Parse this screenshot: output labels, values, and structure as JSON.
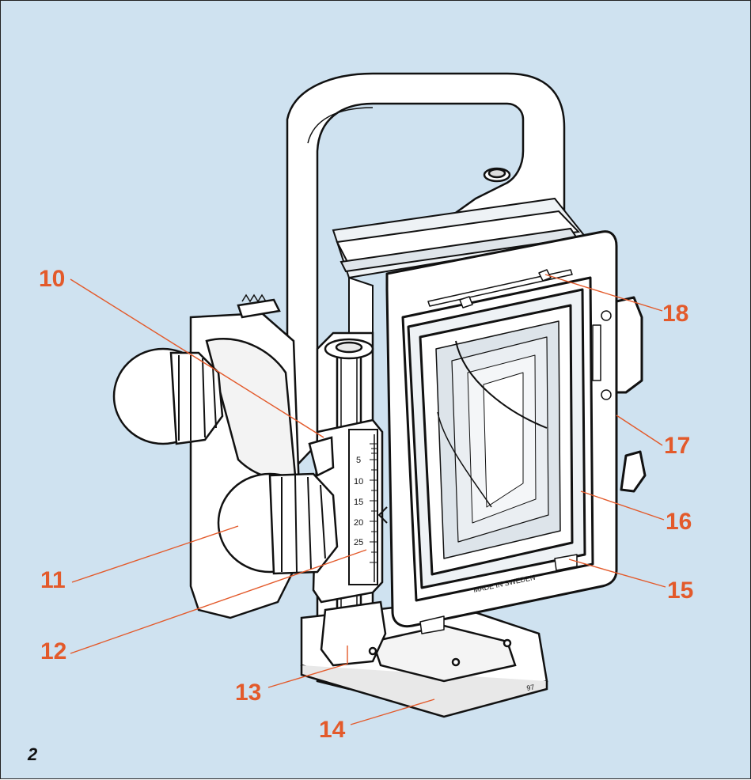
{
  "figure_number": "2",
  "callouts": [
    {
      "id": "c10",
      "label": "10"
    },
    {
      "id": "c11",
      "label": "11"
    },
    {
      "id": "c12",
      "label": "12"
    },
    {
      "id": "c13",
      "label": "13"
    },
    {
      "id": "c14",
      "label": "14"
    },
    {
      "id": "c15",
      "label": "15"
    },
    {
      "id": "c16",
      "label": "16"
    },
    {
      "id": "c17",
      "label": "17"
    },
    {
      "id": "c18",
      "label": "18"
    }
  ],
  "scale_marks": [
    "5",
    "10",
    "15",
    "20",
    "25"
  ],
  "imprint": "MADE IN SWEDEN",
  "signature": "97",
  "colors": {
    "background": "#cfe2f0",
    "callout": "#e35a2b",
    "line": "#e35a2b",
    "ink": "#111111"
  }
}
